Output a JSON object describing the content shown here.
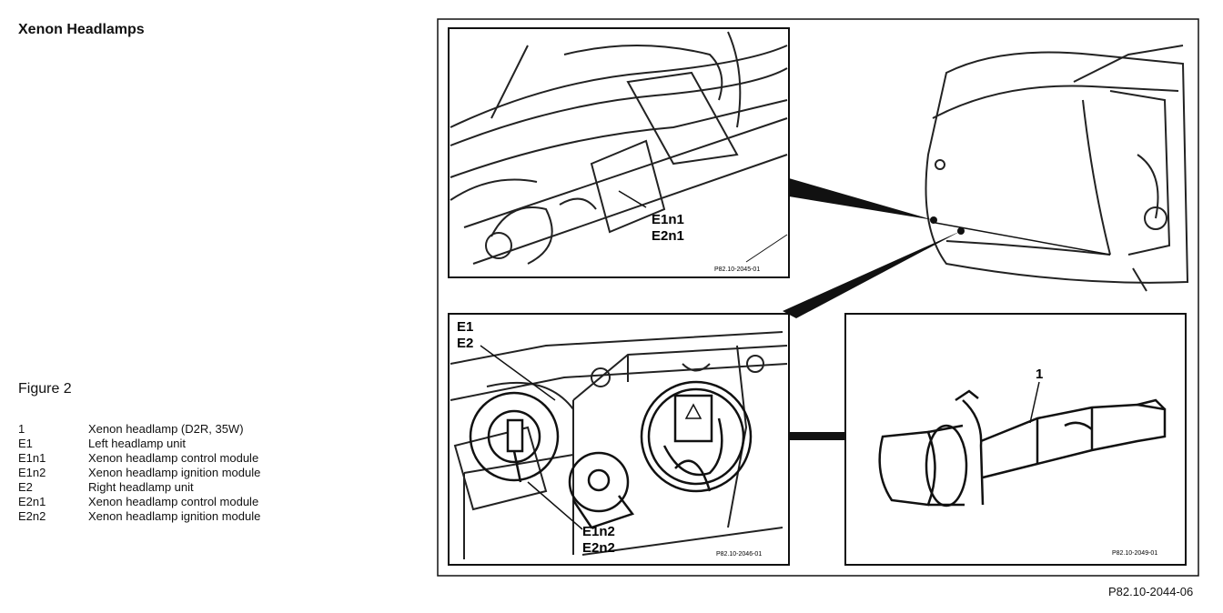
{
  "page": {
    "title": "Xenon Headlamps",
    "figure_label": "Figure 2",
    "figure_id": "P82.10-2044-06"
  },
  "legend": [
    {
      "code": "1",
      "text": "Xenon headlamp (D2R, 35W)"
    },
    {
      "code": "E1",
      "text": "Left headlamp unit"
    },
    {
      "code": "E1n1",
      "text": "Xenon headlamp control module"
    },
    {
      "code": "E1n2",
      "text": "Xenon headlamp ignition module"
    },
    {
      "code": "E2",
      "text": "Right headlamp unit"
    },
    {
      "code": "E2n1",
      "text": "Xenon headlamp control module"
    },
    {
      "code": "E2n2",
      "text": "Xenon headlamp ignition module"
    }
  ],
  "callouts": {
    "top_panel": {
      "line1": "E1n1",
      "line2": "E2n1",
      "ref": "P82.10-2045-01"
    },
    "middle_panel": {
      "top1": "E1",
      "top2": "E2",
      "bottom1": "E1n2",
      "bottom2": "E2n2",
      "ref": "P82.10-2046-01"
    },
    "bulb_panel": {
      "label": "1",
      "ref": "P82.10-2049-01"
    }
  }
}
